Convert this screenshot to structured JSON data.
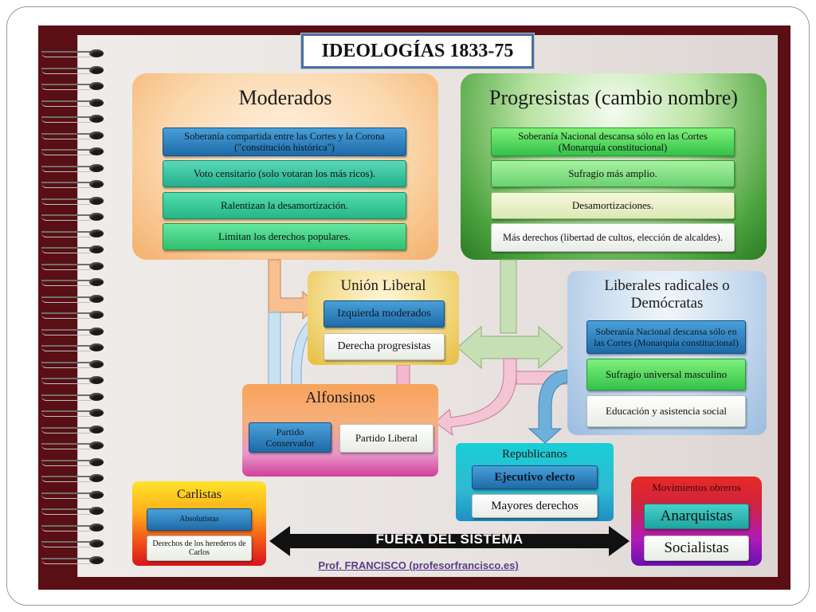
{
  "title": "IDEOLOGÍAS 1833-75",
  "moderados": {
    "title": "Moderados",
    "items": [
      "Soberanía compartida entre las Cortes y la Corona (\"constitución histórica\")",
      "Voto censitario (solo votaran los más ricos).",
      "Ralentizan la desamortización.",
      "Limitan los derechos populares."
    ]
  },
  "progresistas": {
    "title": "Progresistas (cambio nombre)",
    "items": [
      "Soberanía Nacional descansa sólo en las Cortes (Monarquía constitucional)",
      "Sufragio más amplio.",
      "Desamortizaciones.",
      "Más derechos (libertad de cultos, elección de alcaldes)."
    ]
  },
  "union_liberal": {
    "title": "Unión Liberal",
    "items": [
      "Izquierda moderados",
      "Derecha progresistas"
    ]
  },
  "liberales_radicales": {
    "title": "Liberales radicales o Demócratas",
    "items": [
      "Soberanía Nacional descansa sólo en las Cortes (Monarquía constitucional)",
      "Sufragio universal masculino",
      "Educación y asistencia social"
    ]
  },
  "alfonsinos": {
    "title": "Alfonsinos",
    "items": [
      "Partido Conservador",
      "Partido Liberal"
    ]
  },
  "republicanos": {
    "title": "Republicanos",
    "items": [
      "Ejecutivo electo",
      "Mayores derechos"
    ]
  },
  "carlistas": {
    "title": "Carlistas",
    "items": [
      "Absolutistas",
      "Derechos de los herederos de Carlos"
    ]
  },
  "movimientos": {
    "title": "Movimientos obreros",
    "items": [
      "Anarquistas",
      "Socialistas"
    ]
  },
  "fuera_label": "FUERA DEL SISTEMA",
  "author": "Prof. FRANCISCO (profesorfrancisco.es)",
  "colors": {
    "board": "#5a0f14",
    "moderados": "#f7b66a",
    "progresistas": "#2f8a2a",
    "union_liberal": "#e9c34a",
    "liberales_radicales": "#a9c6e6",
    "alfonsinos": "#f08a3a",
    "republicanos": "#21c3c9",
    "carlistas": "#e8151c",
    "movimientos": "#b01ab8"
  }
}
